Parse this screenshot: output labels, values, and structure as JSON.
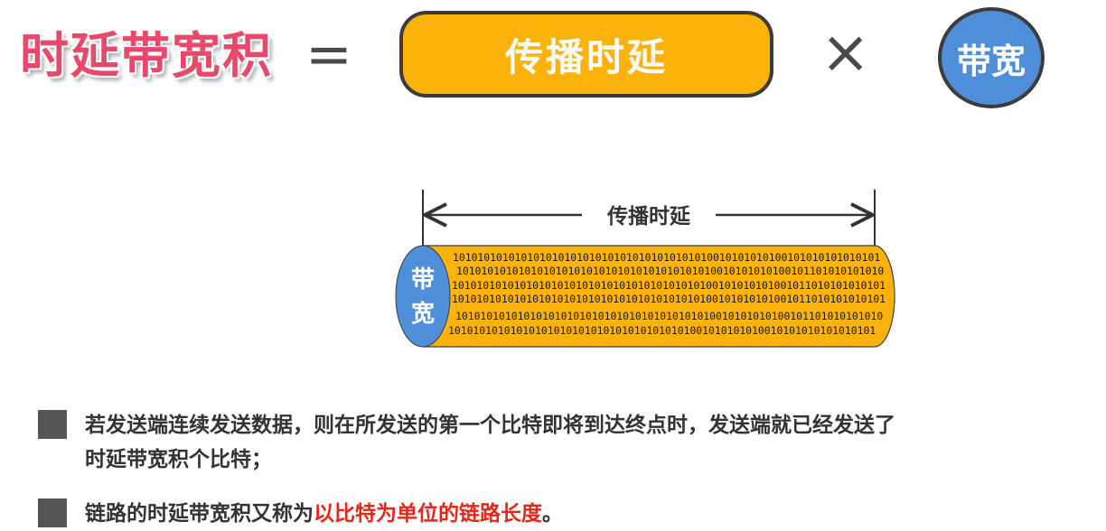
{
  "formula": {
    "lhs": "时延带宽积",
    "equals": "=",
    "delay": "传播时延",
    "times": "×",
    "bandwidth": "带宽"
  },
  "diagram": {
    "span_label": "传播时延",
    "end_label_1": "带",
    "end_label_2": "宽",
    "bits": [
      "101010101010101010101010101010101010101010010101010100101010101010101",
      "101010101010101010101010101010101010101010010101010100101101010101010",
      "1010101010101010101010101010101010101010100101010101001011010101010101",
      "1010101010101010101010101010101010101010100101010101001011010101010101",
      "101010101010101010101010101010101010101010010101010100101101010101010",
      "101010101010101010101010101010101010101001010101010010101010101010101"
    ],
    "colors": {
      "pipe": "#fbb20a",
      "end": "#4f8ed8"
    }
  },
  "bullets": {
    "b1_line1": "若发送端连续发送数据，则在所发送的第一个比特即将到达终点时，发送端就已经发送了",
    "b1_line2": "时延带宽积个比特；",
    "b2_plain": "链路的时延带宽积又称为",
    "b2_highlight": "以比特为单位的链路长度",
    "b2_end": "。"
  },
  "icons": {
    "bullet": "square-bullet-icon"
  }
}
